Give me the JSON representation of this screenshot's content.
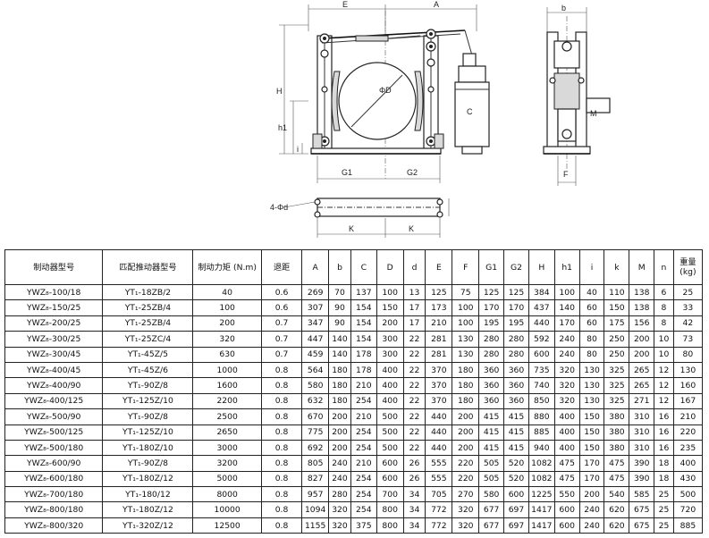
{
  "drawing": {
    "front_view_labels": {
      "E": "E",
      "A": "A",
      "H": "H",
      "h1": "h1",
      "i": "i",
      "phiD": "ΦD",
      "C": "C",
      "G1": "G1",
      "G2": "G2"
    },
    "side_view_labels": {
      "b": "b",
      "M": "M",
      "F": "F"
    },
    "plan_view_labels": {
      "hole": "4-Φd",
      "K1": "K",
      "K2": "K"
    }
  },
  "table": {
    "columns": [
      {
        "key": "model",
        "label": "制动器型号"
      },
      {
        "key": "thruster",
        "label": "匹配推动器型号"
      },
      {
        "key": "torque",
        "label": "制动力矩 (N.m)"
      },
      {
        "key": "retreat",
        "label": "退距"
      },
      {
        "key": "A",
        "label": "A"
      },
      {
        "key": "b",
        "label": "b"
      },
      {
        "key": "C",
        "label": "C"
      },
      {
        "key": "D",
        "label": "D"
      },
      {
        "key": "d",
        "label": "d"
      },
      {
        "key": "E",
        "label": "E"
      },
      {
        "key": "F",
        "label": "F"
      },
      {
        "key": "G1",
        "label": "G1"
      },
      {
        "key": "G2",
        "label": "G2"
      },
      {
        "key": "H",
        "label": "H"
      },
      {
        "key": "h1",
        "label": "h1"
      },
      {
        "key": "i",
        "label": "i"
      },
      {
        "key": "k",
        "label": "k"
      },
      {
        "key": "M",
        "label": "M"
      },
      {
        "key": "n",
        "label": "n"
      },
      {
        "key": "weight",
        "label": "重量 (kg)"
      }
    ],
    "rows": [
      [
        "YWZ₈-100/18",
        "YT₁-18ZB/2",
        "40",
        "0.6",
        "269",
        "70",
        "137",
        "100",
        "13",
        "125",
        "75",
        "125",
        "125",
        "384",
        "100",
        "40",
        "110",
        "138",
        "6",
        "25"
      ],
      [
        "YWZ₈-150/25",
        "YT₁-25ZB/4",
        "100",
        "0.6",
        "307",
        "90",
        "154",
        "150",
        "17",
        "173",
        "100",
        "170",
        "170",
        "437",
        "140",
        "60",
        "150",
        "138",
        "8",
        "33"
      ],
      [
        "YWZ₈-200/25",
        "YT₁-25ZB/4",
        "200",
        "0.7",
        "347",
        "90",
        "154",
        "200",
        "17",
        "210",
        "100",
        "195",
        "195",
        "440",
        "170",
        "60",
        "175",
        "156",
        "8",
        "42"
      ],
      [
        "YWZ₈-300/25",
        "YT₁-25ZC/4",
        "320",
        "0.7",
        "447",
        "140",
        "154",
        "300",
        "22",
        "281",
        "130",
        "280",
        "280",
        "592",
        "240",
        "80",
        "250",
        "200",
        "10",
        "73"
      ],
      [
        "YWZ₈-300/45",
        "YT₁-45Z/5",
        "630",
        "0.7",
        "459",
        "140",
        "178",
        "300",
        "22",
        "281",
        "130",
        "280",
        "280",
        "600",
        "240",
        "80",
        "250",
        "200",
        "10",
        "80"
      ],
      [
        "YWZ₈-400/45",
        "YT₁-45Z/6",
        "1000",
        "0.8",
        "564",
        "180",
        "178",
        "400",
        "22",
        "370",
        "180",
        "360",
        "360",
        "735",
        "320",
        "130",
        "325",
        "265",
        "12",
        "130"
      ],
      [
        "YWZ₈-400/90",
        "YT₁-90Z/8",
        "1600",
        "0.8",
        "580",
        "180",
        "210",
        "400",
        "22",
        "370",
        "180",
        "360",
        "360",
        "740",
        "320",
        "130",
        "325",
        "265",
        "12",
        "160"
      ],
      [
        "YWZ₈-400/125",
        "YT₁-125Z/10",
        "2200",
        "0.8",
        "632",
        "180",
        "254",
        "400",
        "22",
        "370",
        "180",
        "360",
        "360",
        "850",
        "320",
        "130",
        "325",
        "271",
        "12",
        "167"
      ],
      [
        "YWZ₈-500/90",
        "YT₁-90Z/8",
        "2500",
        "0.8",
        "670",
        "200",
        "210",
        "500",
        "22",
        "440",
        "200",
        "415",
        "415",
        "880",
        "400",
        "150",
        "380",
        "310",
        "16",
        "210"
      ],
      [
        "YWZ₈-500/125",
        "YT₁-125Z/10",
        "2650",
        "0.8",
        "775",
        "200",
        "254",
        "500",
        "22",
        "440",
        "200",
        "415",
        "415",
        "885",
        "400",
        "150",
        "380",
        "310",
        "16",
        "220"
      ],
      [
        "YWZ₈-500/180",
        "YT₁-180Z/10",
        "3000",
        "0.8",
        "692",
        "200",
        "254",
        "500",
        "22",
        "440",
        "200",
        "415",
        "415",
        "940",
        "400",
        "150",
        "380",
        "310",
        "16",
        "235"
      ],
      [
        "YWZ₈-600/90",
        "YT₁-90Z/8",
        "3200",
        "0.8",
        "805",
        "240",
        "210",
        "600",
        "26",
        "555",
        "220",
        "505",
        "520",
        "1082",
        "475",
        "170",
        "475",
        "390",
        "18",
        "400"
      ],
      [
        "YWZ₈-600/180",
        "YT₁-180Z/12",
        "5000",
        "0.8",
        "827",
        "240",
        "254",
        "600",
        "26",
        "555",
        "220",
        "505",
        "520",
        "1082",
        "475",
        "170",
        "475",
        "390",
        "18",
        "430"
      ],
      [
        "YWZ₈-700/180",
        "YT₁-180/12",
        "8000",
        "0.8",
        "957",
        "280",
        "254",
        "700",
        "34",
        "705",
        "270",
        "580",
        "600",
        "1225",
        "550",
        "200",
        "540",
        "585",
        "25",
        "500"
      ],
      [
        "YWZ₈-800/180",
        "YT₁-180Z/12",
        "10000",
        "0.8",
        "1094",
        "320",
        "254",
        "800",
        "34",
        "772",
        "320",
        "677",
        "697",
        "1417",
        "600",
        "240",
        "620",
        "675",
        "25",
        "720"
      ],
      [
        "YWZ₈-800/320",
        "YT₁-320Z/12",
        "12500",
        "0.8",
        "1155",
        "320",
        "375",
        "800",
        "34",
        "772",
        "320",
        "677",
        "697",
        "1417",
        "600",
        "240",
        "620",
        "675",
        "25",
        "885"
      ]
    ]
  }
}
